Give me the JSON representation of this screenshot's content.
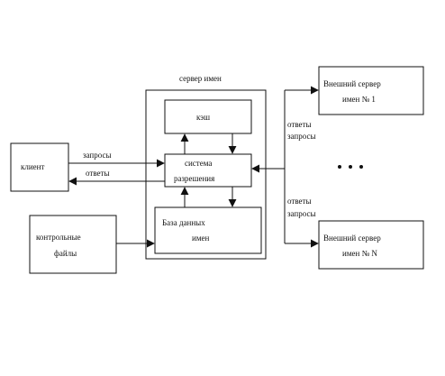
{
  "labels": {
    "name_server": "сервер имен",
    "cache": "кэш",
    "resolver_line1": "система",
    "resolver_line2": "разрешения",
    "database_line1": "База данных",
    "database_line2": "имен",
    "client": "клиент",
    "control_files_line1": "контрольные",
    "control_files_line2": "файлы",
    "requests": "запросы",
    "responses": "ответы",
    "ext1_line1": "Внешний сервер",
    "ext1_line2": "имен № 1",
    "extN_line1": "Внешний сервер",
    "extN_line2": "имен № N",
    "side_responses_1": "ответы",
    "side_requests_1": "запросы",
    "side_responses_2": "ответы",
    "side_requests_2": "запросы"
  }
}
